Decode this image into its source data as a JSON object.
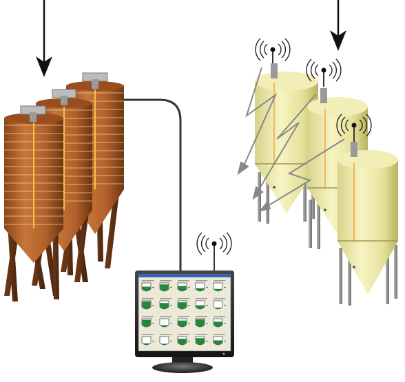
{
  "diagram": {
    "nodes": [
      {
        "id": "wooden-silo-1",
        "kind": "silo",
        "material": "wood",
        "connection": "wired"
      },
      {
        "id": "wooden-silo-2",
        "kind": "silo",
        "material": "wood",
        "connection": "wired"
      },
      {
        "id": "wooden-silo-3",
        "kind": "silo",
        "material": "wood",
        "connection": "wired"
      },
      {
        "id": "steel-silo-1",
        "kind": "silo",
        "material": "cream-steel",
        "connection": "wireless"
      },
      {
        "id": "steel-silo-2",
        "kind": "silo",
        "material": "cream-steel",
        "connection": "wireless"
      },
      {
        "id": "steel-silo-3",
        "kind": "silo",
        "material": "cream-steel",
        "connection": "wireless"
      },
      {
        "id": "monitor-station",
        "kind": "monitor",
        "connection": "wireless",
        "screen_grid": {
          "rows": 4,
          "cols": 5
        }
      }
    ],
    "edges": [
      {
        "from": "wooden-silo-3",
        "to": "monitor-station",
        "style": "cable"
      },
      {
        "from": "steel-silo-1",
        "to": "monitor-station",
        "style": "radio-signal"
      }
    ],
    "icons": [
      "down-arrow-icon",
      "antenna-icon",
      "lightning-signal-icon"
    ],
    "colors": {
      "wood": "#b8662c",
      "wood_dark": "#7a3e18",
      "steel": "#eeeaa0",
      "steel_dark": "#c9c46c",
      "cable": "#333333",
      "fill_green": "#1f8a3a",
      "screen_bg": "#ece9d8",
      "bezel": "#2a2a2a"
    }
  }
}
